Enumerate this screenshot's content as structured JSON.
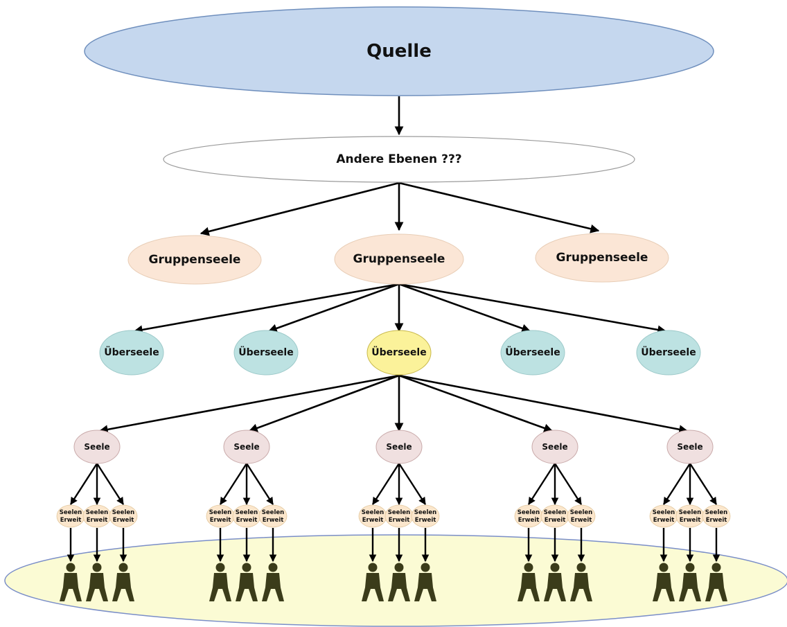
{
  "nodes": {
    "source": "Quelle",
    "other_levels": "Andere Ebenen  ???",
    "group_soul_label": "Gruppenseele",
    "oversoul_label": "Überseele",
    "soul_label": "Seele",
    "extension_line1": "Seelen",
    "extension_line2": "Erweit"
  },
  "colors": {
    "source_fill": "#c5d7ee",
    "source_stroke": "#6f8fbd",
    "group_soul_fill": "#fbe6d6",
    "oversoul_fill": "#bde2e2",
    "oversoul_highlight_fill": "#fbf29a",
    "soul_fill": "#f0e0e0",
    "extension_fill": "#fbe6cc",
    "ground_fill": "#fbfbd4",
    "ground_stroke": "#7a8ec8",
    "person_fill": "#3b3c1a"
  },
  "structure": {
    "group_souls": 3,
    "oversouls": 5,
    "highlighted_oversoul": 3,
    "souls": 5,
    "extensions_per_soul": 3
  }
}
